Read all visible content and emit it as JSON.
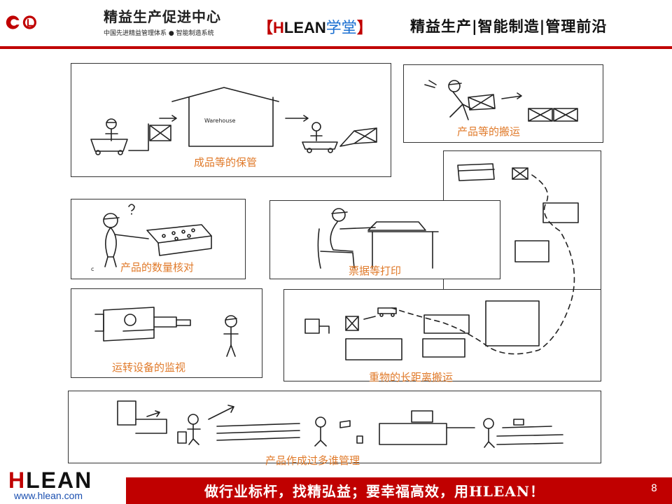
{
  "header": {
    "logo_name": "精益生产促进中心",
    "logo_subtitle": "中国先进精益管理体系 ● 智能制造系统",
    "brand_open": "【",
    "brand_h": "H",
    "brand_lean": "LEAN",
    "brand_xt": "学堂",
    "brand_close": "】",
    "tagline": "精益生产|智能制造|管理前沿",
    "accent_color": "#c00000"
  },
  "panels": {
    "storage": {
      "caption": "成品等的保管",
      "sign": "Warehouse"
    },
    "carry": {
      "caption": "产品等的搬运"
    },
    "count": {
      "caption": "产品的数量核对",
      "mark": "c"
    },
    "print": {
      "caption": "票据等打印"
    },
    "monitor": {
      "caption": "运转设备的监视"
    },
    "heavy": {
      "caption": "重物的长距离搬运"
    },
    "multi": {
      "caption": "产品作成过多谁管理"
    }
  },
  "footer": {
    "logo_h": "H",
    "logo_rest": "LEAN",
    "url": "www.hlean.com",
    "slogan": "做行业标杆，找精弘益；要幸福高效，用HLEAN！",
    "page_number": "8"
  }
}
